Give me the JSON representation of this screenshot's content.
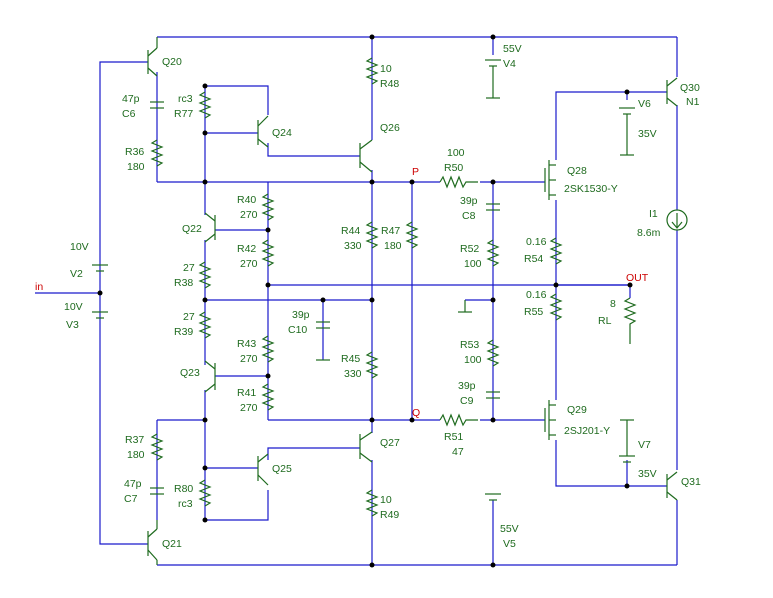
{
  "colors": {
    "wire": "#1a1acc",
    "component": "#1f6b1f",
    "node_label": "#cc0000",
    "background": "#ffffff"
  },
  "transistors": {
    "q20": "Q20",
    "q21": "Q21",
    "q22": "Q22",
    "q23": "Q23",
    "q24": "Q24",
    "q25": "Q25",
    "q26": "Q26",
    "q27": "Q27",
    "q28": "Q28",
    "q28_part": "2SK1530-Y",
    "q29": "Q29",
    "q29_part": "2SJ201-Y",
    "q30": "Q30",
    "q30_sub": "N1",
    "q31": "Q31"
  },
  "resistors": {
    "r48": "R48",
    "r48_val": "10",
    "r49": "R49",
    "r49_val": "10",
    "r77": "R77",
    "r77_val": "rc3",
    "r80": "R80",
    "r80_val": "rc3",
    "r36": "R36",
    "r36_val": "180",
    "r37": "R37",
    "r37_val": "180",
    "r40": "R40",
    "r40_val": "270",
    "r42": "R42",
    "r42_val": "270",
    "r43": "R43",
    "r43_val": "270",
    "r41": "R41",
    "r41_val": "270",
    "r38": "R38",
    "r38_val": "27",
    "r39": "R39",
    "r39_val": "27",
    "r44": "R44",
    "r44_val": "330",
    "r45": "R45",
    "r45_val": "330",
    "r47": "R47",
    "r47_val": "180",
    "r50": "R50",
    "r50_val": "100",
    "r51": "R51",
    "r51_val": "47",
    "r52": "R52",
    "r52_val": "100",
    "r53": "R53",
    "r53_val": "100",
    "r54": "R54",
    "r54_val": "0.16",
    "r55": "R55",
    "r55_val": "0.16",
    "rl": "RL",
    "rl_val": "8"
  },
  "capacitors": {
    "c6": "C6",
    "c6_val": "47p",
    "c7": "C7",
    "c7_val": "47p",
    "c8": "C8",
    "c8_val": "39p",
    "c9": "C9",
    "c9_val": "39p",
    "c10": "C10",
    "c10_val": "39p"
  },
  "sources": {
    "v4": "V4",
    "v4_val": "55V",
    "v5": "V5",
    "v5_val": "55V",
    "v6": "V6",
    "v6_val": "35V",
    "v7": "V7",
    "v7_val": "35V",
    "v2": "V2",
    "v2_val": "10V",
    "v3": "V3",
    "v3_val": "10V",
    "i1": "I1",
    "i1_val": "8.6m"
  },
  "nodes": {
    "in": "in",
    "p": "P",
    "q": "Q",
    "out": "OUT"
  }
}
